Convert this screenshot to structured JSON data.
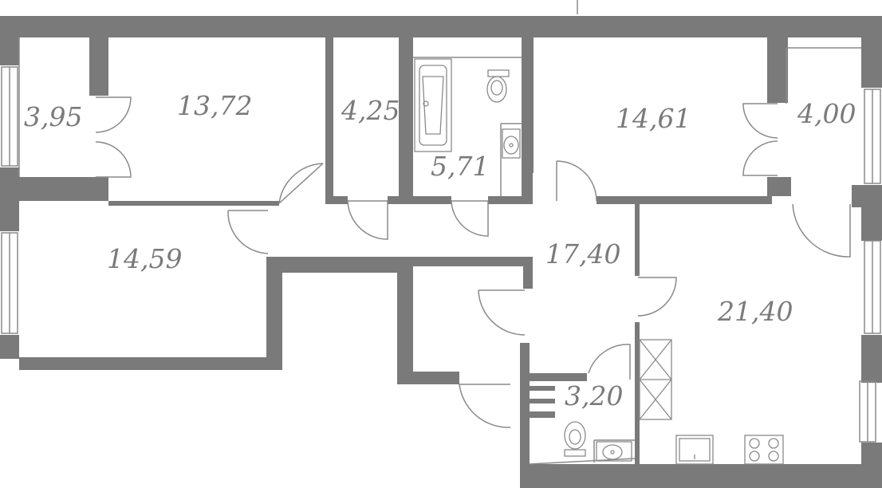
{
  "colors": {
    "wall": "#7a7a7a",
    "line": "#8a8a8a",
    "label": "#7a7a7a",
    "background": "#ffffff"
  },
  "rooms": [
    {
      "id": "r1",
      "area": "3,95"
    },
    {
      "id": "r2",
      "area": "13,72"
    },
    {
      "id": "r3",
      "area": "4,25"
    },
    {
      "id": "r4",
      "area": "5,71"
    },
    {
      "id": "r5",
      "area": "14,61"
    },
    {
      "id": "r6",
      "area": "4,00"
    },
    {
      "id": "r7",
      "area": "14,59"
    },
    {
      "id": "r8",
      "area": "17,40"
    },
    {
      "id": "r9",
      "area": "21,40"
    },
    {
      "id": "r10",
      "area": "3,20"
    }
  ]
}
